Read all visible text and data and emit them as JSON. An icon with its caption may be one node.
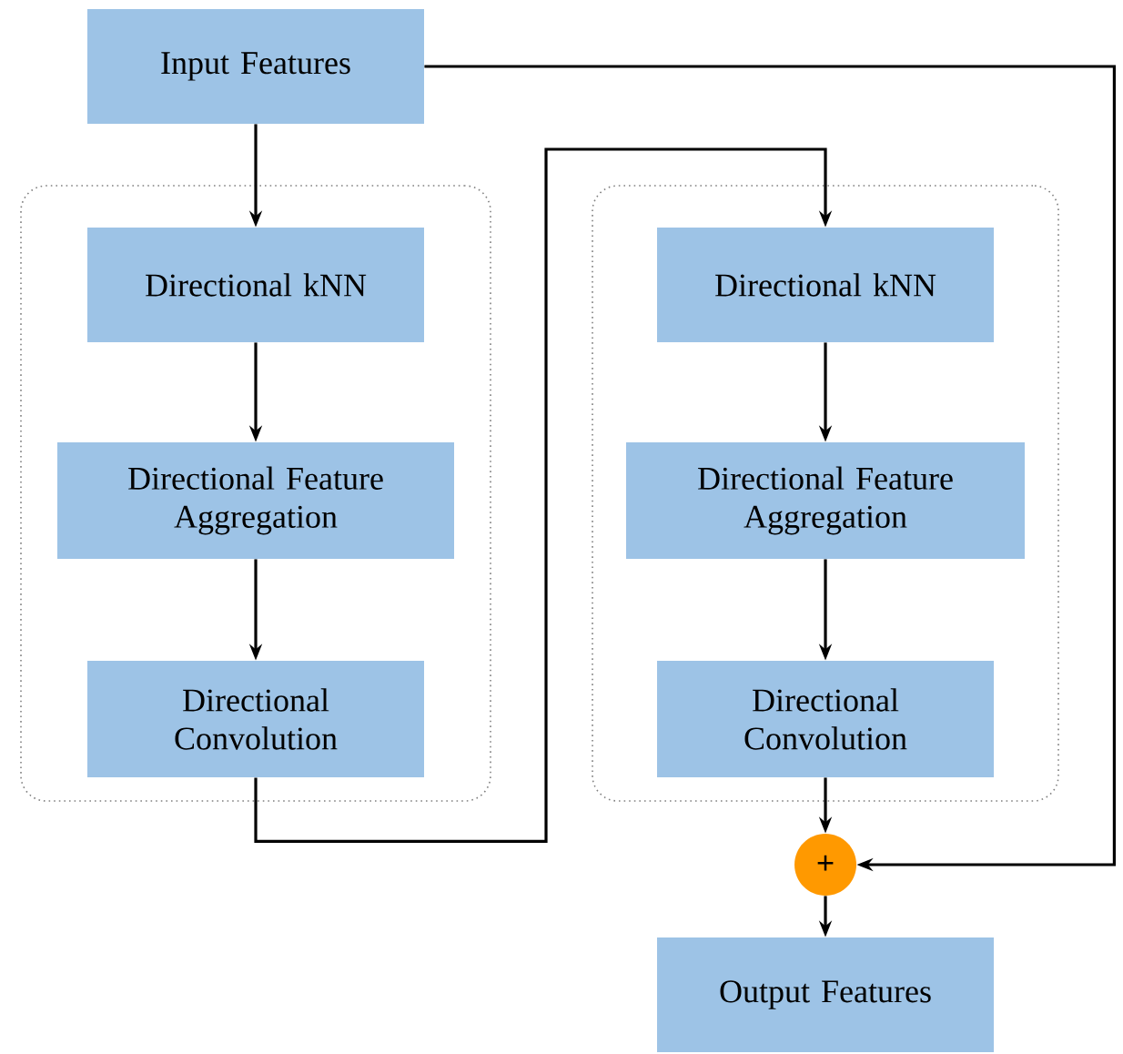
{
  "diagram": {
    "nodes": [
      {
        "text": [
          "Input Features"
        ]
      },
      {
        "text": [],
        "shape": "box"
      },
      {
        "text": [
          "Directional kNN"
        ],
        "in": 1
      },
      {
        "text": [
          "Directional Feature Aggregation"
        ],
        "in": 1
      },
      {
        "text": [
          "Directional Convolution"
        ],
        "in": 1
      },
      {
        "text": [],
        "shape": "box"
      },
      {
        "text": [
          "Directional kNN"
        ],
        "in": 5
      },
      {
        "text": [
          "Directional Feature Aggregation"
        ],
        "in": 5
      },
      {
        "text": [
          "Directional Convolution"
        ],
        "in": 5
      },
      {
        "text": [
          "+"
        ]
      },
      {
        "text": [
          "Output Features"
        ]
      }
    ],
    "edges": [
      {
        "from": 0,
        "to": 2,
        "arrow": "to"
      },
      {
        "from": 2,
        "to": 3,
        "arrow": "to"
      },
      {
        "from": 3,
        "to": 4,
        "arrow": "to"
      },
      {
        "from": 4,
        "to": 6,
        "arrow": "to"
      },
      {
        "from": 6,
        "to": 7,
        "arrow": "to"
      },
      {
        "from": 7,
        "to": 8,
        "arrow": "to"
      },
      {
        "from": 8,
        "to": 9,
        "arrow": "to"
      },
      {
        "from": 0,
        "to": 9,
        "arrow": "to"
      },
      {
        "from": 9,
        "to": 10,
        "arrow": "to"
      }
    ]
  }
}
